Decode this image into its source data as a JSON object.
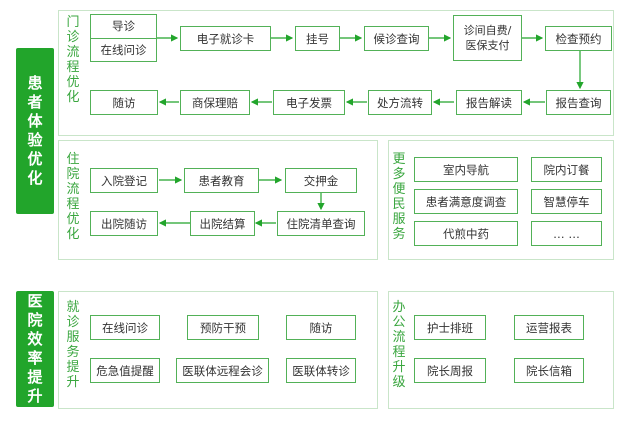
{
  "sections": {
    "patient": "患者体验优化",
    "efficiency": "医院效率提升"
  },
  "clinic": {
    "label": "门诊流程优化",
    "row1": [
      "导诊",
      "在线问诊",
      "电子就诊卡",
      "挂号",
      "候诊查询",
      "诊间自费/医保支付",
      "检查预约"
    ],
    "row2": [
      "报告查询",
      "报告解读",
      "处方流转",
      "电子发票",
      "商保理赔",
      "随访"
    ]
  },
  "inpatient": {
    "label": "住院流程优化",
    "row1": [
      "入院登记",
      "患者教育",
      "交押金"
    ],
    "row2": [
      "住院清单查询",
      "出院结算",
      "出院随访"
    ]
  },
  "services": {
    "label": "更多便民服务",
    "items": [
      "室内导航",
      "院内订餐",
      "患者满意度调查",
      "智慧停车",
      "代煎中药",
      "…  …"
    ]
  },
  "medical": {
    "label": "就诊服务提升",
    "items": [
      "在线问诊",
      "预防干预",
      "随访",
      "危急值提醒",
      "医联体远程会诊",
      "医联体转诊"
    ]
  },
  "office": {
    "label": "办公流程升级",
    "items": [
      "护士排班",
      "运营报表",
      "院长周报",
      "院长信箱"
    ]
  },
  "colors": {
    "accent": "#22a52b",
    "border": "#52b157",
    "panel_border": "#c9e5c9"
  }
}
